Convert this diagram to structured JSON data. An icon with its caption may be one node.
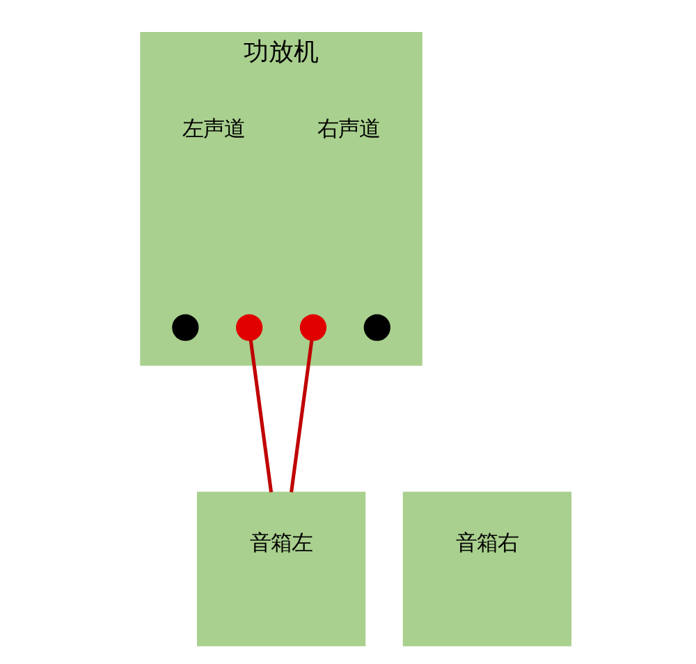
{
  "diagram": {
    "nodes": [
      {
        "text": [
          "功放机"
        ]
      },
      {
        "text": [
          "左声道"
        ],
        "in": 0
      },
      {
        "text": [
          "右声道"
        ],
        "in": 0
      },
      {
        "text": [],
        "shape": "circle",
        "in": 0
      },
      {
        "text": [],
        "shape": "circle",
        "in": 0
      },
      {
        "text": [],
        "shape": "circle",
        "in": 0
      },
      {
        "text": [],
        "shape": "circle",
        "in": 0
      },
      {
        "text": [
          "音箱左"
        ]
      },
      {
        "text": [
          "音箱右"
        ]
      }
    ],
    "edges": [
      {
        "from": 4,
        "to": 7,
        "arrow": "none",
        "color": "#c00000"
      },
      {
        "from": 5,
        "to": 7,
        "arrow": "none",
        "color": "#c00000"
      }
    ]
  }
}
